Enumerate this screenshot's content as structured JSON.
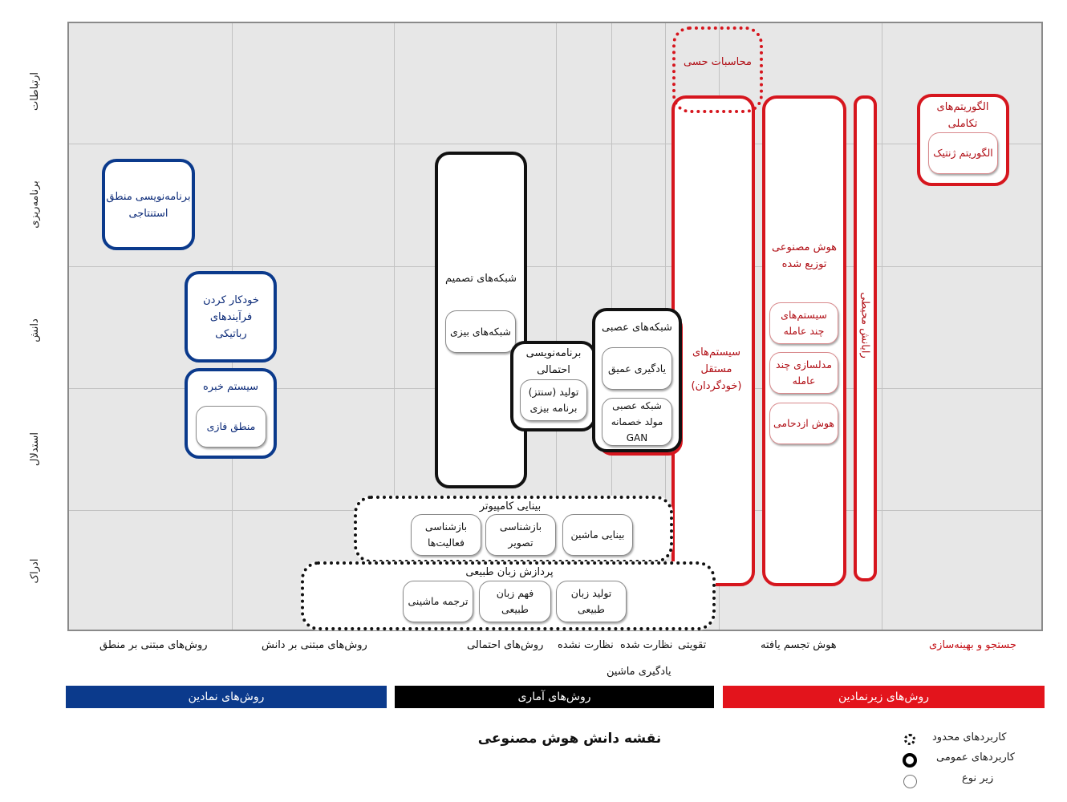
{
  "y_labels": [
    "ارتباطات",
    "برنامه‌ریزی",
    "دانش",
    "استدلال",
    "ادراک"
  ],
  "symbolic": {
    "logic_programming": "برنامه‌نویسی منطق استنتاجی",
    "robotic_automation": "خودکار کردن فرآیندهای رباتیکی",
    "expert_system": "سیستم خبره",
    "fuzzy_logic": "منطق فازی"
  },
  "statistical": {
    "decision_networks": "شبکه‌های تصمیم",
    "bayesian_networks": "شبکه‌های بیزی",
    "probabilistic_programming_title": "برنامه‌نویسی احتمالی",
    "program_synthesis": "تولید (سنتز) برنامه بیزی",
    "neural_networks_title": "شبکه‌های عصبی",
    "deep_learning": "یادگیری عمیق",
    "gan": "شبکه عصبی مولد خصمانه GAN",
    "computer_vision_title": "بینایی کامپیوتر",
    "activity_recognition": "بازشناسی فعالیت‌ها",
    "image_recognition": "بازشناسی تصویر",
    "machine_vision": "بینایی ماشین",
    "nlp_title": "پردازش زبان طبیعی",
    "machine_translation": "ترجمه ماشینی",
    "nl_understanding": "فهم زبان طبیعی",
    "nl_generation": "تولید زبان طبیعی"
  },
  "subsymbolic": {
    "affective_computing": "محاسبات حسی",
    "autonomous_systems": "سیستم‌های مستقل (خودگردان)",
    "distributed_ai": "هوش مصنوعی توزیع شده",
    "multi_agent_systems": "سیستم‌های چند عامله",
    "agent_modeling": "مدلسازی چند عامله",
    "swarm_intelligence": "هوش ازدحامی",
    "ambient_computing": "رایانش محیطی",
    "evolutionary_algorithms": "الگوریتم‌های تکاملی",
    "genetic_algorithm": "الگوریتم ژنتیک"
  },
  "x_labels": {
    "logic_based": "روش‌های مبتنی بر منطق",
    "knowledge_based": "روش‌های مبتنی بر دانش",
    "probabilistic": "روش‌های احتمالی",
    "supervised_unsupervised": "نظارت شده  نظارت نشده",
    "reinforcement": "تقویتی",
    "machine_learning": "یادگیری ماشین",
    "embodied_intelligence": "هوش تجسم یافته",
    "search_optimization": "جستجو و بهینه‌سازی"
  },
  "bands": {
    "symbolic": "روش‌های نمادین",
    "statistical": "روش‌های آماری",
    "subsymbolic": "روش‌های زیرنمادین"
  },
  "title": "نقشه دانش هوش مصنوعی",
  "legend": {
    "limited": "کاربردهای محدود",
    "general": "کاربردهای عمومی",
    "subtype": "زیر نوع"
  },
  "colors": {
    "symbolic": "#0b3a8c",
    "statistical": "#111111",
    "subsymbolic": "#d6161e",
    "grid_bg": "#e7e7e7"
  }
}
